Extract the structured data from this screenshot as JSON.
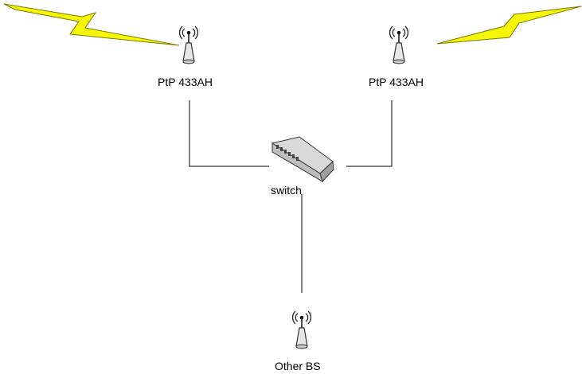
{
  "nodes": {
    "radio_left": {
      "label": "PtP 433AH",
      "icon": "antenna-icon"
    },
    "radio_right": {
      "label": "PtP 433AH",
      "icon": "antenna-icon"
    },
    "switch": {
      "label": "switch",
      "icon": "network-switch-icon"
    },
    "other_bs": {
      "label": "Other BS",
      "icon": "antenna-icon"
    }
  },
  "links": [
    {
      "from": "radio_left",
      "to": "switch"
    },
    {
      "from": "radio_right",
      "to": "switch"
    },
    {
      "from": "switch",
      "to": "other_bs"
    }
  ],
  "wireless_links": [
    {
      "node": "radio_left",
      "icon": "lightning-bolt-icon"
    },
    {
      "node": "radio_right",
      "icon": "lightning-bolt-icon"
    }
  ],
  "colors": {
    "bolt_fill": "#f5f50a",
    "bolt_stroke": "#7a7a00",
    "line": "#000000"
  }
}
